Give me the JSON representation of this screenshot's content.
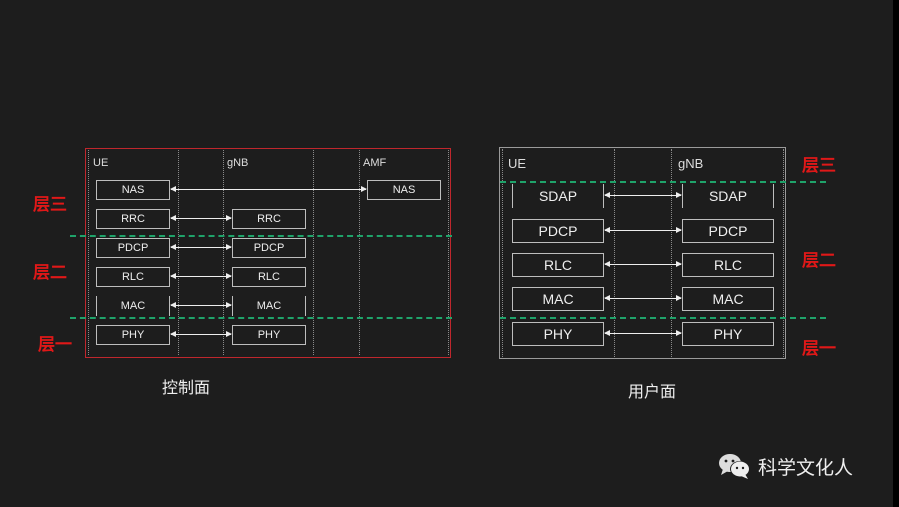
{
  "control_plane": {
    "caption": "控制面",
    "headers": [
      "UE",
      "gNB",
      "AMF"
    ],
    "layers": [
      "层三",
      "层二",
      "层一"
    ],
    "ue_stack": [
      "NAS",
      "RRC",
      "PDCP",
      "RLC",
      "MAC",
      "PHY"
    ],
    "gnb_stack": [
      "RRC",
      "PDCP",
      "RLC",
      "MAC",
      "PHY"
    ],
    "amf_stack": [
      "NAS"
    ]
  },
  "user_plane": {
    "caption": "用户面",
    "headers": [
      "UE",
      "gNB"
    ],
    "layers": [
      "层三",
      "层二",
      "层一"
    ],
    "ue_stack": [
      "SDAP",
      "PDCP",
      "RLC",
      "MAC",
      "PHY"
    ],
    "gnb_stack": [
      "SDAP",
      "PDCP",
      "RLC",
      "MAC",
      "PHY"
    ]
  },
  "watermark": {
    "icon": "wechat-icon",
    "text": "科学文化人"
  },
  "colors": {
    "layer_label": "#e01818",
    "layer_divider": "#1fa36a",
    "control_frame": "#c0272d"
  }
}
